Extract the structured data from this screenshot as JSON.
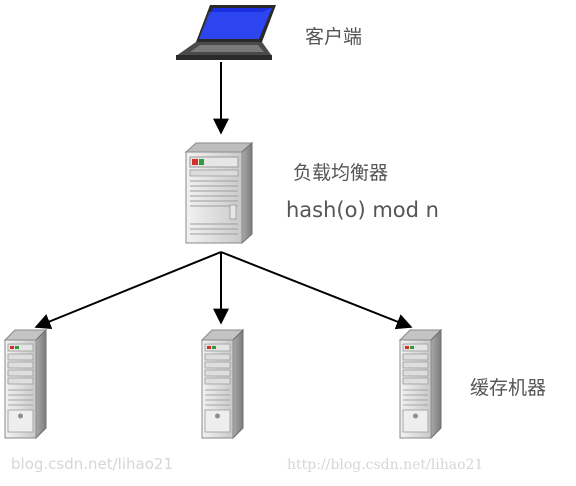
{
  "nodes": {
    "client": {
      "label": "客户端",
      "icon": "laptop-icon"
    },
    "load_balancer": {
      "label": "负载均衡器",
      "detail": "hash(o) mod n",
      "icon": "server-tower-icon"
    },
    "cache_servers": {
      "label": "缓存机器",
      "count": 3,
      "icon": "server-tower-icon"
    }
  },
  "edges": [
    {
      "from": "client",
      "to": "load_balancer"
    },
    {
      "from": "load_balancer",
      "to": "cache_server_1"
    },
    {
      "from": "load_balancer",
      "to": "cache_server_2"
    },
    {
      "from": "load_balancer",
      "to": "cache_server_3"
    }
  ],
  "watermarks": {
    "left": "blog.csdn.net/lihao21",
    "right": "http://blog.csdn.net/lihao21"
  },
  "colors": {
    "label_text": "#555555",
    "watermark": "#d6d6d6",
    "arrow": "#000000",
    "server_body": "#d9d9d9",
    "laptop_screen": "#1b2fe0"
  }
}
